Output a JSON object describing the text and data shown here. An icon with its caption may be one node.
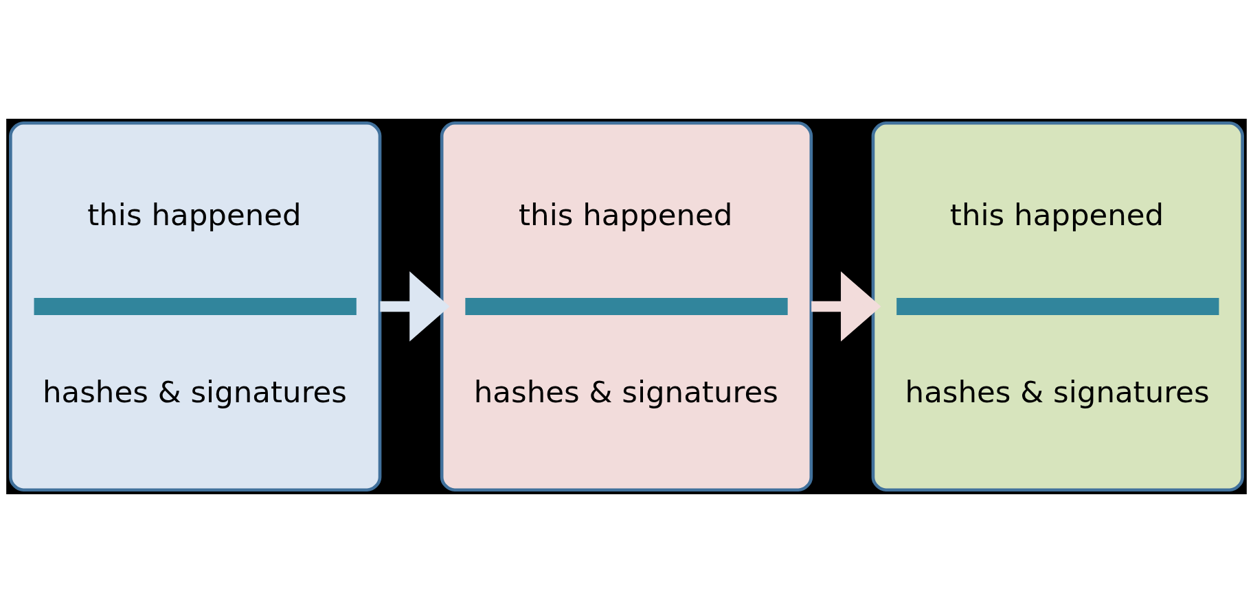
{
  "diagram": {
    "nodes": [
      {
        "text": [
          "this happened",
          "hashes & signatures"
        ]
      },
      {
        "text": [
          "this happened",
          "hashes & signatures"
        ]
      },
      {
        "text": [
          "this happened",
          "hashes & signatures"
        ]
      }
    ],
    "edges": [
      {
        "from": 0,
        "to": 1,
        "arrow": "to"
      },
      {
        "from": 1,
        "to": 2,
        "arrow": "to"
      }
    ]
  }
}
